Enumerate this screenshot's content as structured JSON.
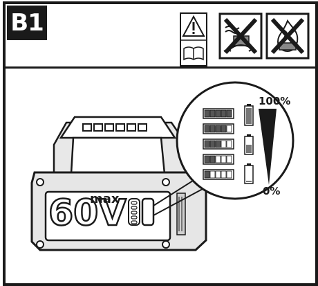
{
  "figure": {
    "label": "B1",
    "battery_voltage": "60V",
    "battery_max": "max",
    "gauge_top": "100%",
    "gauge_bottom": "0%"
  },
  "symbols": [
    {
      "name": "warning-read-manual-icon"
    },
    {
      "name": "no-water-icon"
    },
    {
      "name": "no-fire-icon"
    }
  ],
  "charge_levels": [
    {
      "filled": 5,
      "total": 5
    },
    {
      "filled": 4,
      "total": 5
    },
    {
      "filled": 3,
      "total": 5
    },
    {
      "filled": 2,
      "total": 5
    },
    {
      "filled": 1,
      "total": 5
    }
  ],
  "colors": {
    "ink": "#1a1a1a",
    "fill": "#555555",
    "empty": "#ffffff"
  }
}
